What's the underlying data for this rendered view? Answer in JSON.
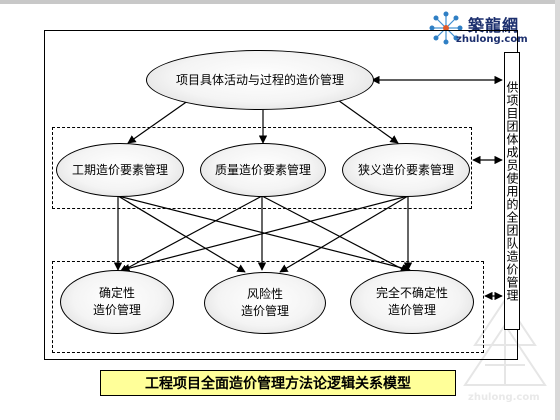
{
  "logo": {
    "name": "築龍網",
    "url": "zhulong.com"
  },
  "top_node": {
    "label": "项目具体活动与过程的造价管理"
  },
  "middle_nodes": [
    {
      "label": "工期造价要素管理"
    },
    {
      "label": "质量造价要素管理"
    },
    {
      "label": "狭义造价要素管理"
    }
  ],
  "bottom_nodes": [
    {
      "line1": "确定性",
      "line2": "造价管理"
    },
    {
      "line1": "风险性",
      "line2": "造价管理"
    },
    {
      "line1": "完全不确定性",
      "line2": "造价管理"
    }
  ],
  "side_box": {
    "label": "供项目团体成员使用的全团队造价管理"
  },
  "caption": "工程项目全面造价管理方法论逻辑关系模型",
  "watermark": "zhulong.com"
}
